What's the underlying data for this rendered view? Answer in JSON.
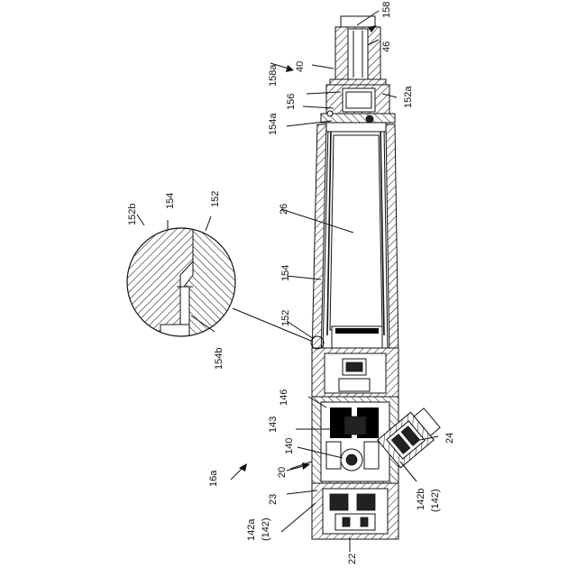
{
  "labels": {
    "l158": "158",
    "l46": "46",
    "l40": "40",
    "l158a": "158a",
    "l152a": "152a",
    "l156": "156",
    "l154a": "154a",
    "l26": "26",
    "l154_main": "154",
    "l152_main": "152",
    "l146": "146",
    "l143": "143",
    "l140": "140",
    "l20": "20",
    "l16a": "16a",
    "l23": "23",
    "l142a": "142a",
    "l142a_paren": "(142)",
    "l22": "22",
    "l142b": "142b",
    "l142b_paren": "(142)",
    "l24": "24",
    "detail_152b": "152b",
    "detail_154": "154",
    "detail_152": "152",
    "detail_154b": "154b"
  }
}
